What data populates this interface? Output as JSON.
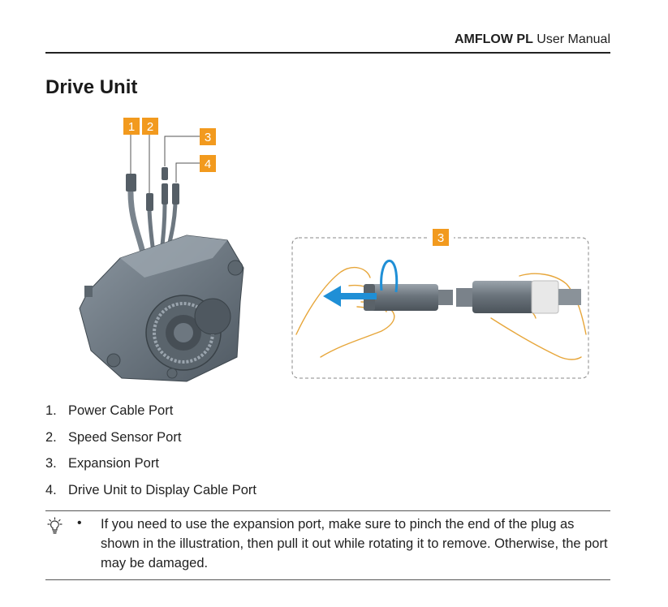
{
  "header": {
    "brand": "AMFLOW PL",
    "title_suffix": "User Manual"
  },
  "section": {
    "title": "Drive Unit"
  },
  "callouts": [
    "1",
    "2",
    "3",
    "4"
  ],
  "detail_callout": "3",
  "ports": [
    {
      "number": "1.",
      "label": "Power Cable Port"
    },
    {
      "number": "2.",
      "label": "Speed Sensor Port"
    },
    {
      "number": "3.",
      "label": "Expansion Port"
    },
    {
      "number": "4.",
      "label": "Drive Unit to Display Cable Port"
    }
  ],
  "note": {
    "icon": "lightbulb-icon",
    "bullet": "•",
    "text": "If you need to use the expansion port, make sure to pinch the end of the plug as shown in the illustration, then pull it out while rotating it to remove. Otherwise, the port may be damaged."
  },
  "colors": {
    "badge": "#f29a1e",
    "arrow": "#1f8fd6",
    "hand_outline": "#e7a63a",
    "motor": "#6f7c86"
  }
}
